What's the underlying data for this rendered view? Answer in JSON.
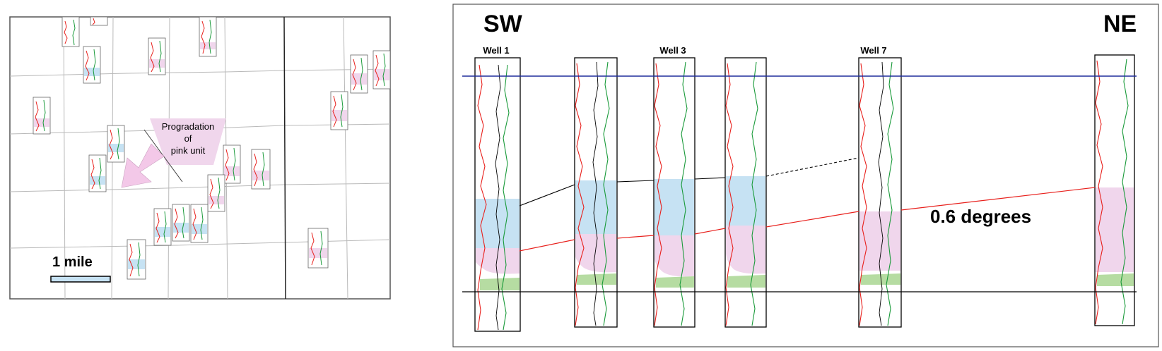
{
  "map_panel": {
    "arrow_label_lines": [
      "Progradation",
      "of",
      "pink unit"
    ],
    "scale_label": "1 mile"
  },
  "cross_section": {
    "left_direction": "SW",
    "right_direction": "NE",
    "well_labels": [
      "Well 1",
      "Well 3",
      "Well 7"
    ],
    "dip_label": "0.6 degrees"
  },
  "colors": {
    "pink_unit": "#f0d6ec",
    "blue_unit": "#c6e2f3",
    "green_unit": "#b6dca2",
    "datum_line": "#1f2d9c",
    "gamma_ray_log": "#e8201c",
    "resistivity_log": "#1a9a3a",
    "correlation_red": "#e8201c",
    "correlation_black": "#000000"
  }
}
